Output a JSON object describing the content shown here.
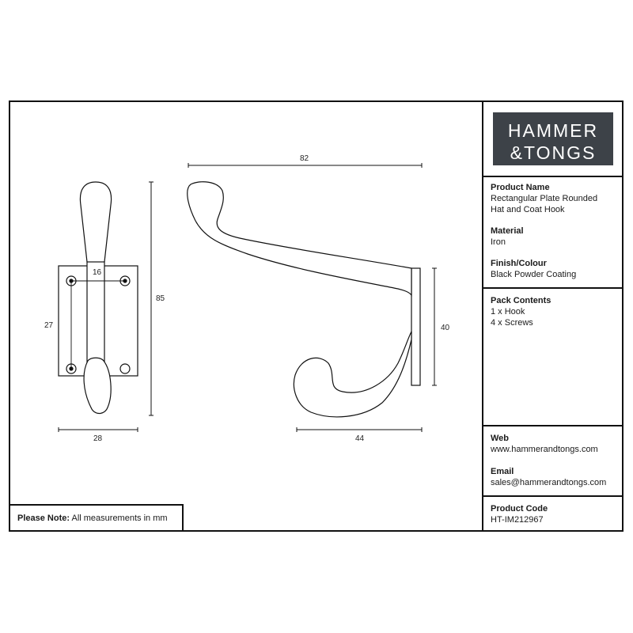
{
  "brand": {
    "line1": "HAMMER",
    "line2": "&TONGS"
  },
  "product": {
    "name_label": "Product Name",
    "name_line1": "Rectangular Plate Rounded",
    "name_line2": "Hat and Coat Hook",
    "material_label": "Material",
    "material_value": "Iron",
    "finish_label": "Finish/Colour",
    "finish_value": "Black Powder Coating",
    "pack_label": "Pack Contents",
    "pack_line1": "1 x Hook",
    "pack_line2": "4 x Screws",
    "code_label": "Product Code",
    "code_value": "HT-IM212967"
  },
  "contact": {
    "web_label": "Web",
    "web_value": "www.hammerandtongs.com",
    "email_label": "Email",
    "email_value": "sales@hammerandtongs.com"
  },
  "note": {
    "label": "Please Note:",
    "text": "All measurements in mm"
  },
  "dimensions": {
    "front_width": "28",
    "front_height": "85",
    "plate_height": "27",
    "hole_spacing": "16",
    "side_length": "82",
    "side_plate_height": "40",
    "side_projection": "44"
  },
  "colors": {
    "logo_bg": "#3d4248",
    "line": "#111111"
  }
}
